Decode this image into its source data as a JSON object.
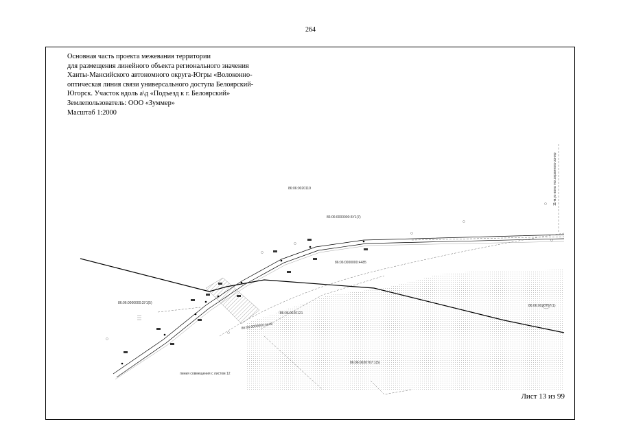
{
  "page": {
    "number": "264"
  },
  "header": {
    "lines": [
      "Основная часть проекта межевания территории",
      "для размещения линейного объекта  регионального значения",
      "Ханты-Мансийского автономного округа-Югры «Волоконно-",
      "оптическая линия связи универсального доступа Белоярский-",
      "Югорск. Участок вдоль а\\д «Подъезд к г. Белоярский»",
      "Землепользователь: ООО «Зуммер»",
      "Масштаб 1:2000"
    ]
  },
  "map": {
    "cadastral_labels": {
      "q119": "86:06:0020119",
      "zu1_7": "86:06:0000000:3У1(7)",
      "n4485": "86:06:0000000:4485",
      "zu1_5": "86:06:0000000:3У1(5)",
      "q121": "86:06:0020121",
      "n4449": "86:06:0000000:4449",
      "r_label": "86:06:0020707(1)",
      "b_label": "86:06:0020707:1(5)",
      "vertical": "11-м.уз-зона тех.охранного-зонир",
      "match_line": "линия совмещения с листом 12"
    },
    "colors": {
      "line": "#000000",
      "hatch": "#9a9a9a",
      "stipple": "#bdbdbd"
    }
  },
  "footer": {
    "sheet": "Лист 13 из 99"
  }
}
